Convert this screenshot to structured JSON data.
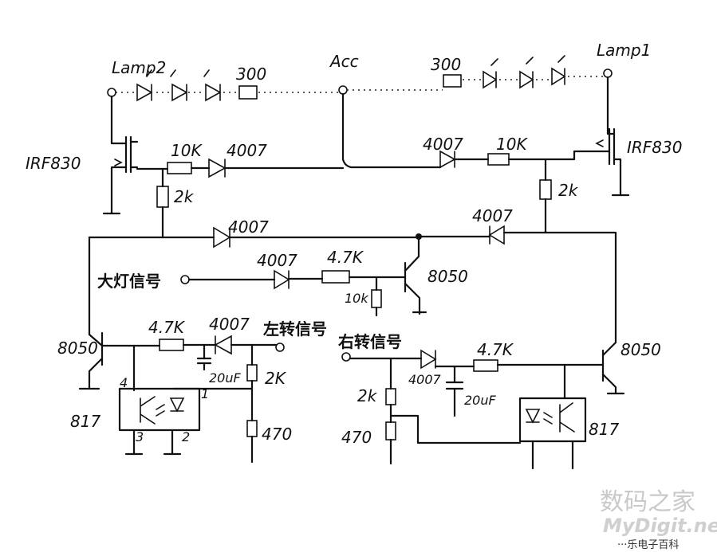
{
  "labels": {
    "lamp2": "Lamp2",
    "lamp1": "Lamp1",
    "acc": "Acc",
    "r300_left": "300",
    "r300_right": "300",
    "mosfet_left": "IRF830",
    "mosfet_right": "IRF830",
    "r10k_top_left": "10K",
    "r10k_top_right": "10K",
    "d4007_top_left": "4007",
    "d4007_top_right": "4007",
    "r2k_left": "2k",
    "r2k_right": "2k",
    "d4007_mid_left": "4007",
    "d4007_mid_right": "4007",
    "d4007_headlight": "4007",
    "r47k_headlight": "4.7K",
    "r10k_headlight": "10k",
    "q8050_mid": "8050",
    "headlight_signal": "大灯信号",
    "q8050_left": "8050",
    "r47k_left": "4.7K",
    "d4007_left": "4007",
    "left_turn_signal": "左转信号",
    "c20uf_left": "20uF",
    "r2k_left_low": "2K",
    "r470_left": "470",
    "opto_left": "817",
    "opto_pin4": "4",
    "opto_pin1": "1",
    "opto_pin3": "3",
    "opto_pin2": "2",
    "right_turn_signal": "右转信号",
    "d4007_right": "4007",
    "r47k_right": "4.7K",
    "r2k_right_low": "2k",
    "c20uf_right": "20uF",
    "r470_right": "470",
    "q8050_right": "8050",
    "opto_right": "817"
  },
  "watermark": {
    "cn": "数码之家",
    "en": "MyDigit.net",
    "sub": "···乐电子百科"
  }
}
